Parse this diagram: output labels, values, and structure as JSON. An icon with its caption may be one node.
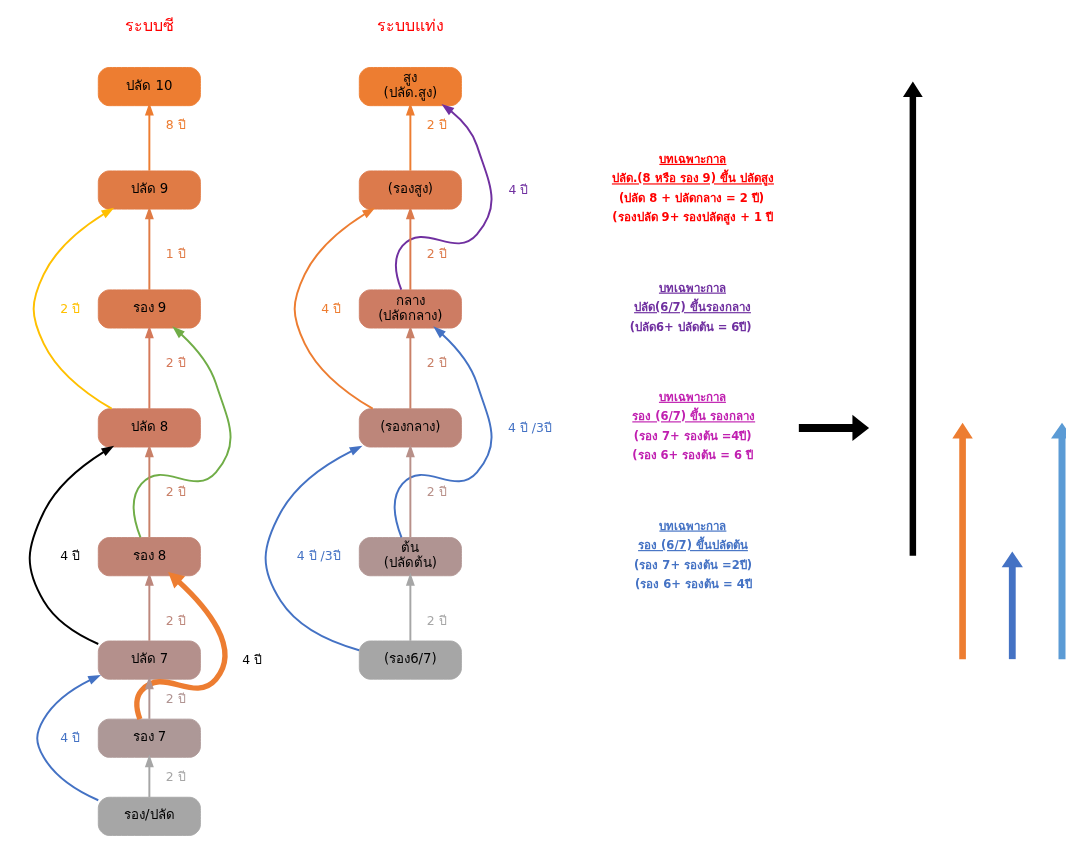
{
  "diagram": {
    "nodes": [
      {
        "text": [
          "ปลัด 10"
        ]
      },
      {
        "text": [
          "ปลัด 9"
        ]
      },
      {
        "text": [
          "รอง 9"
        ]
      },
      {
        "text": [
          "ปลัด 8"
        ]
      },
      {
        "text": [
          "รอง 8"
        ]
      },
      {
        "text": [
          "ปลัด 7"
        ]
      },
      {
        "text": [
          "รอง 7"
        ]
      },
      {
        "text": [
          "รอง/ปลัด"
        ]
      },
      {
        "text": [
          "สูง",
          "(ปลัด.สูง)"
        ]
      },
      {
        "text": [
          "(รองสูง)"
        ]
      },
      {
        "text": [
          "กลาง",
          "(ปลัดกลาง)"
        ]
      },
      {
        "text": [
          "(รองกลาง)"
        ]
      },
      {
        "text": [
          "ต้น",
          "(ปลัดต้น)"
        ]
      },
      {
        "text": [
          "(รอง6/7)"
        ]
      }
    ],
    "edges": [
      {
        "from": 1,
        "to": 0,
        "arrow": "to",
        "label": "8 ปี",
        "color": "#ed7d31"
      },
      {
        "from": 2,
        "to": 1,
        "arrow": "to",
        "label": "1 ปี",
        "color": "#e07b45"
      },
      {
        "from": 3,
        "to": 2,
        "arrow": "to",
        "label": "2 ปี",
        "color": "#d5795a"
      },
      {
        "from": 4,
        "to": 3,
        "arrow": "to",
        "label": "2 ปี",
        "color": "#c98068"
      },
      {
        "from": 5,
        "to": 4,
        "arrow": "to",
        "label": "2 ปี",
        "color": "#bd877c"
      },
      {
        "from": 6,
        "to": 5,
        "arrow": "to",
        "label": "2 ปี",
        "color": "#b09492"
      },
      {
        "from": 7,
        "to": 6,
        "arrow": "to",
        "label": "2 ปี",
        "color": "#a6a6a6"
      },
      {
        "from": 3,
        "to": 1,
        "arrow": "to",
        "label": "2 ปี",
        "color": "#ffc000"
      },
      {
        "from": 4,
        "to": 2,
        "arrow": "to",
        "color": "#70ad47"
      },
      {
        "from": 5,
        "to": 3,
        "arrow": "to",
        "label": "4 ปี",
        "color": "#000000"
      },
      {
        "from": 6,
        "to": 4,
        "arrow": "to",
        "label": "4 ปี",
        "style": "thick",
        "color": "#ed7d31"
      },
      {
        "from": 7,
        "to": 5,
        "arrow": "to",
        "label": "4 ปี",
        "color": "#4472c4"
      },
      {
        "from": 9,
        "to": 8,
        "arrow": "to",
        "label": "2 ปี",
        "color": "#ed7d31"
      },
      {
        "from": 10,
        "to": 9,
        "arrow": "to",
        "label": "2 ปี",
        "color": "#dc7a4c"
      },
      {
        "from": 11,
        "to": 10,
        "arrow": "to",
        "label": "2 ปี",
        "color": "#c98068"
      },
      {
        "from": 12,
        "to": 11,
        "arrow": "to",
        "label": "2 ปี",
        "color": "#b89089"
      },
      {
        "from": 13,
        "to": 12,
        "arrow": "to",
        "label": "2 ปี",
        "color": "#a6a6a6"
      },
      {
        "from": 10,
        "to": 8,
        "arrow": "to",
        "label": "4 ปี",
        "color": "#7030a0"
      },
      {
        "from": 11,
        "to": 9,
        "arrow": "to",
        "label": "4 ปี",
        "color": "#ed7d31"
      },
      {
        "from": 12,
        "to": 10,
        "arrow": "to",
        "label": "4 ปี /3ปี",
        "color": "#4472c4"
      },
      {
        "from": 13,
        "to": 11,
        "arrow": "to",
        "label": "4 ปี /3ปี",
        "color": "#4472c4"
      }
    ],
    "labels": [
      "ระบบซี",
      "ระบบแท่ง",
      "บทเฉพาะกาล",
      "ปลัด.(8 หรือ รอง 9) ขึ้น ปลัดสูง",
      "(ปลัด 8 + ปลัดกลาง = 2 ปี)",
      "(รองปลัด 9+ รองปลัดสูง + 1 ปี",
      "บทเฉพาะกาล",
      "ปลัด(6/7) ขึ้นรองกลาง",
      "(ปลัด6+ ปลัดต้น = 6ปี)",
      "บทเฉพาะกาล",
      "รอง (6/7) ขึ้น รองกลาง",
      "(รอง 7+ รองต้น =4ปี)",
      "(รอง 6+ รองต้น = 6 ปี",
      "บทเฉพาะกาล",
      "รอง (6/7) ขึ้นปลัดต้น",
      "(รอง 7+ รองต้น =2ปี)",
      "(รอง 6+ รองต้น = 4ปี"
    ]
  }
}
